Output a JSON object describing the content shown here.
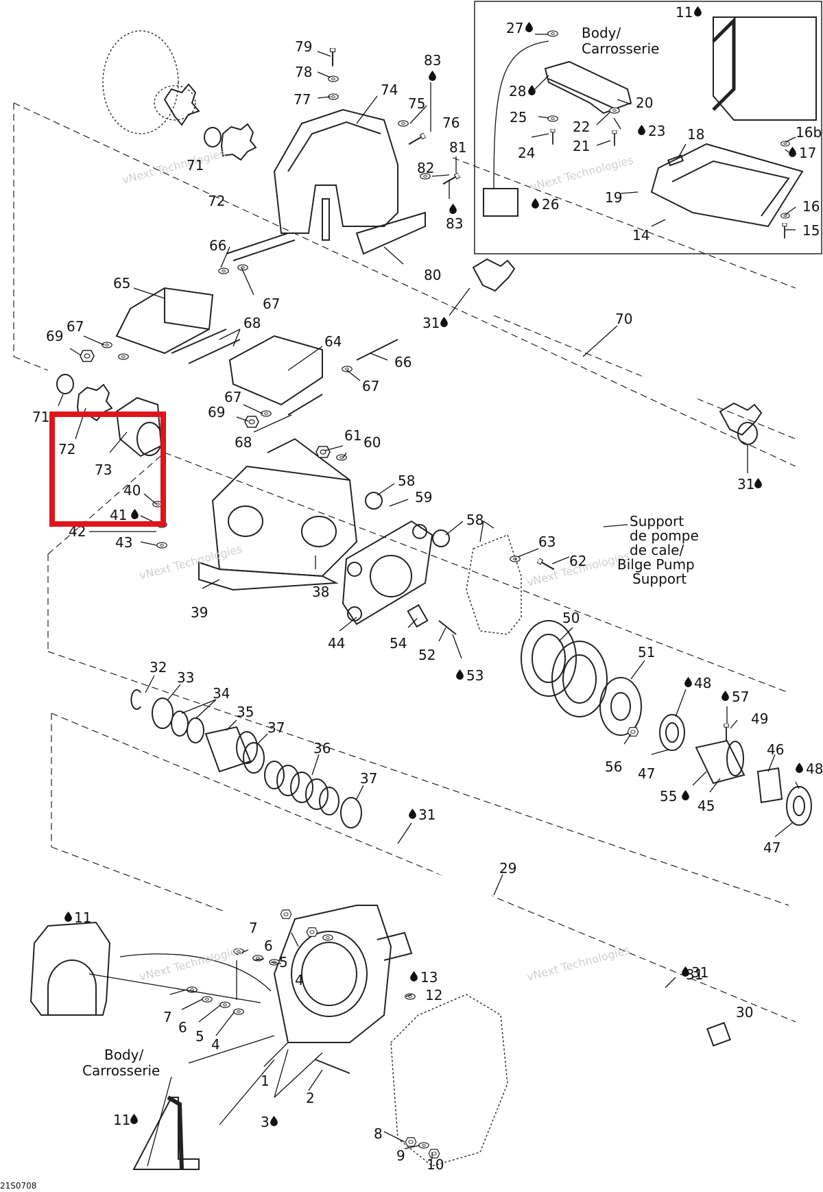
{
  "diagram": {
    "body_label_top": [
      "Body/",
      "Carrosserie"
    ],
    "body_label_bottom": [
      "Body/",
      "Carrosserie"
    ],
    "bilge_label": [
      "Support",
      "de pompe",
      "de cale/",
      "Bilge Pump",
      "Support"
    ],
    "drawing_code": "21S0708",
    "watermark_lines": [
      "vNext Technologies",
      "Technologies",
      "vNext"
    ],
    "highlight_color": "#e0141b",
    "labels": [
      {
        "id": "79",
        "t": "79"
      },
      {
        "id": "78",
        "t": "78"
      },
      {
        "id": "77",
        "t": "77"
      },
      {
        "id": "74",
        "t": "74"
      },
      {
        "id": "83a",
        "t": "83"
      },
      {
        "id": "75",
        "t": "75"
      },
      {
        "id": "76",
        "t": "76"
      },
      {
        "id": "81",
        "t": "81"
      },
      {
        "id": "82",
        "t": "82"
      },
      {
        "id": "83b",
        "t": "83"
      },
      {
        "id": "71a",
        "t": "71"
      },
      {
        "id": "72a",
        "t": "72"
      },
      {
        "id": "66a",
        "t": "66"
      },
      {
        "id": "65",
        "t": "65"
      },
      {
        "id": "67a",
        "t": "67"
      },
      {
        "id": "80",
        "t": "80"
      },
      {
        "id": "67b",
        "t": "67"
      },
      {
        "id": "69a",
        "t": "69"
      },
      {
        "id": "68a",
        "t": "68"
      },
      {
        "id": "64",
        "t": "64"
      },
      {
        "id": "66b",
        "t": "66"
      },
      {
        "id": "67c",
        "t": "67"
      },
      {
        "id": "67d",
        "t": "67"
      },
      {
        "id": "69b",
        "t": "69"
      },
      {
        "id": "68b",
        "t": "68"
      },
      {
        "id": "71b",
        "t": "71"
      },
      {
        "id": "72b",
        "t": "72"
      },
      {
        "id": "73",
        "t": "73"
      },
      {
        "id": "40",
        "t": "40"
      },
      {
        "id": "41",
        "t": "41"
      },
      {
        "id": "42",
        "t": "42"
      },
      {
        "id": "43",
        "t": "43"
      },
      {
        "id": "61",
        "t": "61"
      },
      {
        "id": "60",
        "t": "60"
      },
      {
        "id": "58a",
        "t": "58"
      },
      {
        "id": "59",
        "t": "59"
      },
      {
        "id": "58b",
        "t": "58"
      },
      {
        "id": "63",
        "t": "63"
      },
      {
        "id": "62",
        "t": "62"
      },
      {
        "id": "38",
        "t": "38"
      },
      {
        "id": "39",
        "t": "39"
      },
      {
        "id": "44",
        "t": "44"
      },
      {
        "id": "54",
        "t": "54"
      },
      {
        "id": "52",
        "t": "52"
      },
      {
        "id": "53",
        "t": "53"
      },
      {
        "id": "50",
        "t": "50"
      },
      {
        "id": "51",
        "t": "51"
      },
      {
        "id": "48a",
        "t": "48"
      },
      {
        "id": "57",
        "t": "57"
      },
      {
        "id": "49",
        "t": "49"
      },
      {
        "id": "56",
        "t": "56"
      },
      {
        "id": "47a",
        "t": "47"
      },
      {
        "id": "46",
        "t": "46"
      },
      {
        "id": "48b",
        "t": "48"
      },
      {
        "id": "55",
        "t": "55"
      },
      {
        "id": "45",
        "t": "45"
      },
      {
        "id": "47b",
        "t": "47"
      },
      {
        "id": "32",
        "t": "32"
      },
      {
        "id": "33",
        "t": "33"
      },
      {
        "id": "34",
        "t": "34"
      },
      {
        "id": "35",
        "t": "35"
      },
      {
        "id": "37a",
        "t": "37"
      },
      {
        "id": "36",
        "t": "36"
      },
      {
        "id": "37b",
        "t": "37"
      },
      {
        "id": "31a",
        "t": "31"
      },
      {
        "id": "29",
        "t": "29"
      },
      {
        "id": "31b",
        "t": "31"
      },
      {
        "id": "31c",
        "t": "31"
      },
      {
        "id": "70",
        "t": "70"
      },
      {
        "id": "31d",
        "t": "31"
      },
      {
        "id": "11a",
        "t": "11"
      },
      {
        "id": "7a",
        "t": "7"
      },
      {
        "id": "6a",
        "t": "6"
      },
      {
        "id": "5a",
        "t": "5"
      },
      {
        "id": "4a",
        "t": "4"
      },
      {
        "id": "13",
        "t": "13"
      },
      {
        "id": "12",
        "t": "12"
      },
      {
        "id": "7b",
        "t": "7"
      },
      {
        "id": "6b",
        "t": "6"
      },
      {
        "id": "5b",
        "t": "5"
      },
      {
        "id": "4b",
        "t": "4"
      },
      {
        "id": "31e",
        "t": "31"
      },
      {
        "id": "30",
        "t": "30"
      },
      {
        "id": "1",
        "t": "1"
      },
      {
        "id": "2",
        "t": "2"
      },
      {
        "id": "3",
        "t": "3"
      },
      {
        "id": "11b",
        "t": "11"
      },
      {
        "id": "8",
        "t": "8"
      },
      {
        "id": "9",
        "t": "9"
      },
      {
        "id": "10",
        "t": "10"
      },
      {
        "id": "27",
        "t": "27"
      },
      {
        "id": "28",
        "t": "28"
      },
      {
        "id": "25",
        "t": "25"
      },
      {
        "id": "24",
        "t": "24"
      },
      {
        "id": "22",
        "t": "22"
      },
      {
        "id": "21",
        "t": "21"
      },
      {
        "id": "23",
        "t": "23"
      },
      {
        "id": "20",
        "t": "20"
      },
      {
        "id": "11c",
        "t": "11"
      },
      {
        "id": "18",
        "t": "18"
      },
      {
        "id": "16b",
        "t": "16b"
      },
      {
        "id": "17",
        "t": "17"
      },
      {
        "id": "19",
        "t": "19"
      },
      {
        "id": "16",
        "t": "16"
      },
      {
        "id": "15",
        "t": "15"
      },
      {
        "id": "14",
        "t": "14"
      },
      {
        "id": "26",
        "t": "26"
      }
    ]
  }
}
